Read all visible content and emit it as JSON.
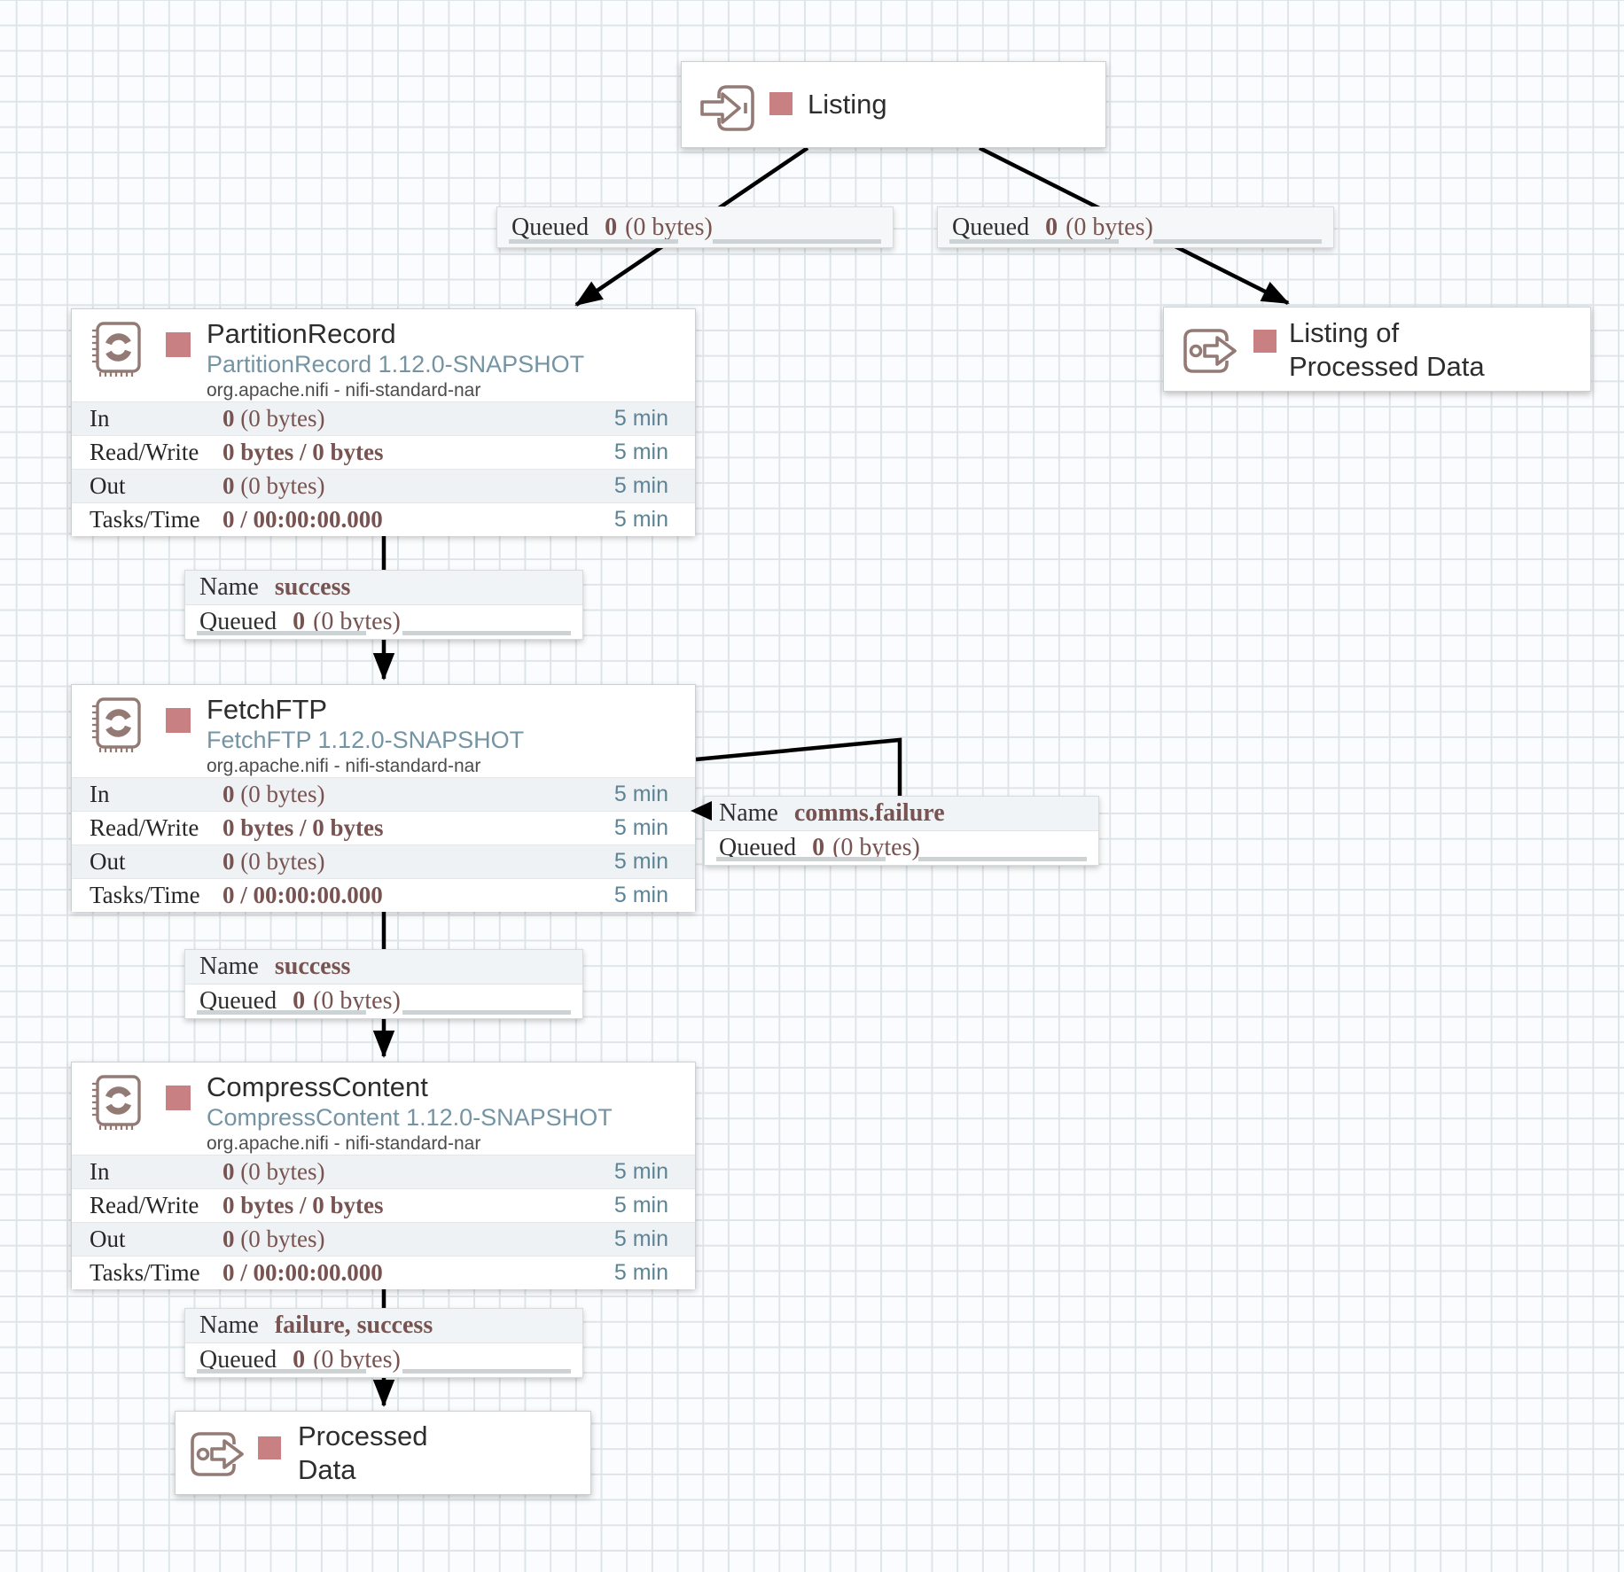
{
  "colors": {
    "status_stopped": "#c98082",
    "icon_stroke": "#937a75",
    "stat_value": "#775351",
    "version_text": "#7494a4",
    "time_text": "#5d8496",
    "connector": "#000000"
  },
  "nodes": {
    "listing": {
      "type": "input-port",
      "icon": "input-port-icon",
      "title": "Listing"
    },
    "listing_of_processed_data": {
      "type": "output-port",
      "icon": "output-port-icon",
      "title_line1": "Listing of",
      "title_line2": "Processed Data"
    },
    "processed_data": {
      "type": "output-port",
      "icon": "output-port-icon",
      "title_line1": "Processed",
      "title_line2": "Data"
    },
    "partition_record": {
      "type": "processor",
      "icon": "processor-icon",
      "title": "PartitionRecord",
      "subtitle": "PartitionRecord 1.12.0-SNAPSHOT",
      "org": "org.apache.nifi - nifi-standard-nar",
      "stats": [
        {
          "label": "In",
          "bold": "0",
          "rest": " (0 bytes)",
          "time": "5 min"
        },
        {
          "label": "Read/Write",
          "bold": "0 bytes / 0 bytes",
          "rest": "",
          "time": "5 min"
        },
        {
          "label": "Out",
          "bold": "0",
          "rest": " (0 bytes)",
          "time": "5 min"
        },
        {
          "label": "Tasks/Time",
          "bold": "0 / 00:00:00.000",
          "rest": "",
          "time": "5 min"
        }
      ]
    },
    "fetch_ftp": {
      "type": "processor",
      "icon": "processor-icon",
      "title": "FetchFTP",
      "subtitle": "FetchFTP 1.12.0-SNAPSHOT",
      "org": "org.apache.nifi - nifi-standard-nar",
      "stats": [
        {
          "label": "In",
          "bold": "0",
          "rest": " (0 bytes)",
          "time": "5 min"
        },
        {
          "label": "Read/Write",
          "bold": "0 bytes / 0 bytes",
          "rest": "",
          "time": "5 min"
        },
        {
          "label": "Out",
          "bold": "0",
          "rest": " (0 bytes)",
          "time": "5 min"
        },
        {
          "label": "Tasks/Time",
          "bold": "0 / 00:00:00.000",
          "rest": "",
          "time": "5 min"
        }
      ]
    },
    "compress_content": {
      "type": "processor",
      "icon": "processor-icon",
      "title": "CompressContent",
      "subtitle": "CompressContent 1.12.0-SNAPSHOT",
      "org": "org.apache.nifi - nifi-standard-nar",
      "stats": [
        {
          "label": "In",
          "bold": "0",
          "rest": " (0 bytes)",
          "time": "5 min"
        },
        {
          "label": "Read/Write",
          "bold": "0 bytes / 0 bytes",
          "rest": "",
          "time": "5 min"
        },
        {
          "label": "Out",
          "bold": "0",
          "rest": " (0 bytes)",
          "time": "5 min"
        },
        {
          "label": "Tasks/Time",
          "bold": "0 / 00:00:00.000",
          "rest": "",
          "time": "5 min"
        }
      ]
    }
  },
  "connections": {
    "listing_to_partition": {
      "queued": "Queued",
      "count": "0",
      "size": "(0 bytes)"
    },
    "listing_to_output": {
      "queued": "Queued",
      "count": "0",
      "size": "(0 bytes)"
    },
    "partition_to_fetch": {
      "name_label": "Name",
      "name": "success",
      "queued": "Queued",
      "count": "0",
      "size": "(0 bytes)"
    },
    "fetch_comms_failure": {
      "name_label": "Name",
      "name": "comms.failure",
      "queued": "Queued",
      "count": "0",
      "size": "(0 bytes)"
    },
    "fetch_to_compress": {
      "name_label": "Name",
      "name": "success",
      "queued": "Queued",
      "count": "0",
      "size": "(0 bytes)"
    },
    "compress_to_processed": {
      "name_label": "Name",
      "name": "failure, success",
      "queued": "Queued",
      "count": "0",
      "size": "(0 bytes)"
    }
  }
}
